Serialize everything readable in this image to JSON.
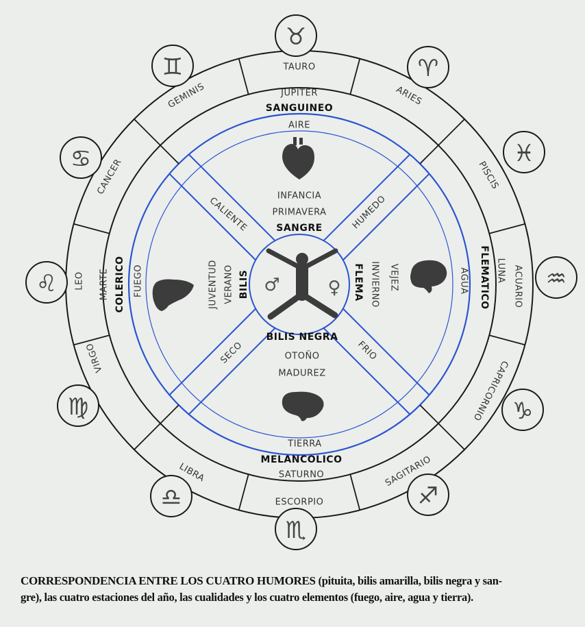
{
  "zodiac": [
    {
      "name": "TAURO",
      "symbol": "♉"
    },
    {
      "name": "ARIES",
      "symbol": "♈"
    },
    {
      "name": "PISCIS",
      "symbol": "♓"
    },
    {
      "name": "ACUARIO",
      "symbol": "♒"
    },
    {
      "name": "CAPRICORNIO",
      "symbol": "♑"
    },
    {
      "name": "SAGITARIO",
      "symbol": "♐"
    },
    {
      "name": "ESCORPIO",
      "symbol": "♏"
    },
    {
      "name": "LIBRA",
      "symbol": "♎"
    },
    {
      "name": "VIRGO",
      "symbol": "♍"
    },
    {
      "name": "LEO",
      "symbol": "♌"
    },
    {
      "name": "CANCER",
      "symbol": "♋"
    },
    {
      "name": "GEMINIS",
      "symbol": "♊"
    }
  ],
  "quadrants": {
    "top": {
      "planet": "JUPITER",
      "temperament": "SANGUINEO",
      "element": "AIRE",
      "age": "INFANCIA",
      "season": "PRIMAVERA",
      "humor": "SANGRE",
      "organ": "heart-icon"
    },
    "left": {
      "planet": "MARTE",
      "temperament": "COLERICO",
      "element": "FUEGO",
      "age": "JUVENTUD",
      "season": "VERANO",
      "humor": "BILIS",
      "organ": "liver-icon"
    },
    "right": {
      "planet": "LUNA",
      "temperament": "FLEMATICO",
      "element": "AGUA",
      "age": "VEJEZ",
      "season": "INVIERNO",
      "humor": "FLEMA",
      "organ": "brain-icon"
    },
    "bottom": {
      "planet": "SATURNO",
      "temperament": "MELANCOLICO",
      "element": "TIERRA",
      "age": "MADUREZ",
      "season": "OTOÑO",
      "humor": "BILIS NEGRA",
      "organ": "spleen-icon"
    }
  },
  "qualities": {
    "upper_left": "CALIENTE",
    "upper_right": "HUMEDO",
    "lower_left": "SECO",
    "lower_right": "FRIO"
  },
  "center": {
    "male_symbol": "♂",
    "female_symbol": "♀"
  },
  "colors": {
    "blue": "#2a55d0",
    "ink": "#1a1a1a",
    "paper": "#eceeec"
  },
  "caption": {
    "title": "CORRESPONDENCIA ENTRE LOS CUATRO HUMORES",
    "line1_rest": " (pituita, bilis amarilla, bilis negra y san-",
    "line2": "gre), las cuatro estaciones del año, las cualidades y los cuatro elementos (fuego, aire, agua y tierra)."
  }
}
